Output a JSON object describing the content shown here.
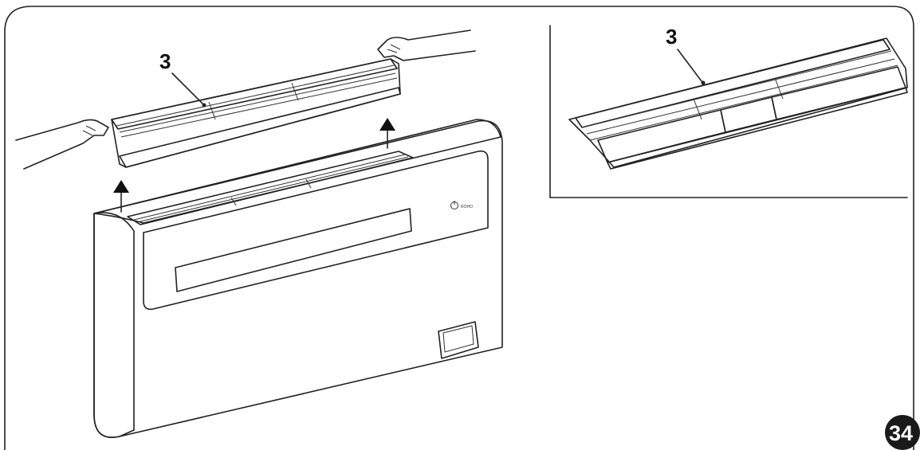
{
  "figure": {
    "main_callout": "3",
    "inset_callout": "3",
    "figure_number": "34",
    "brand_mark": "ROHO"
  },
  "colors": {
    "line": "#222222",
    "panel": "#f2f2f2",
    "panel_shade": "#d9d9d9",
    "filter_light": "#cfcfcf",
    "filter_dark": "#3a3a3a",
    "badge": "#1a1a1a"
  },
  "icons": [
    "up-arrow-icon",
    "hand-icon",
    "power-logo-icon"
  ]
}
